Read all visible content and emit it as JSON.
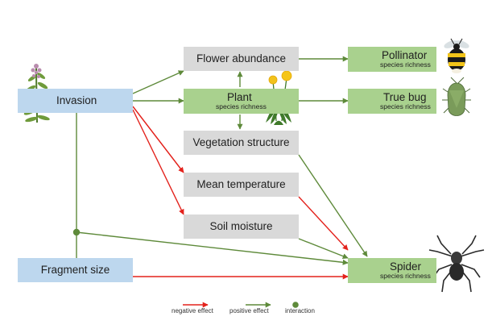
{
  "nodes": {
    "invasion": "Invasion",
    "fragment_size": "Fragment size",
    "flower_abundance": "Flower abundance",
    "plant": "Plant",
    "plant_sub": "species richness",
    "vegetation_structure": "Vegetation structure",
    "mean_temperature": "Mean temperature",
    "soil_moisture": "Soil moisture",
    "pollinator": "Pollinator",
    "pollinator_sub": "species richness",
    "true_bug": "True bug",
    "true_bug_sub": "species richness",
    "spider": "Spider",
    "spider_sub": "species richness"
  },
  "legend": {
    "negative": "negative effect",
    "positive": "positive effect",
    "interaction": "interaction"
  },
  "colors": {
    "negative": "#e3221c",
    "positive": "#5e8a3a",
    "driver_box": "#bdd7ee",
    "mediator_box": "#d9d9d9",
    "response_box": "#a9d18e"
  },
  "icons": {
    "invasion": "goldenrod-plant-icon",
    "plant": "dandelion-icon",
    "pollinator": "bumblebee-icon",
    "true_bug": "shield-bug-icon",
    "spider": "spider-icon"
  }
}
